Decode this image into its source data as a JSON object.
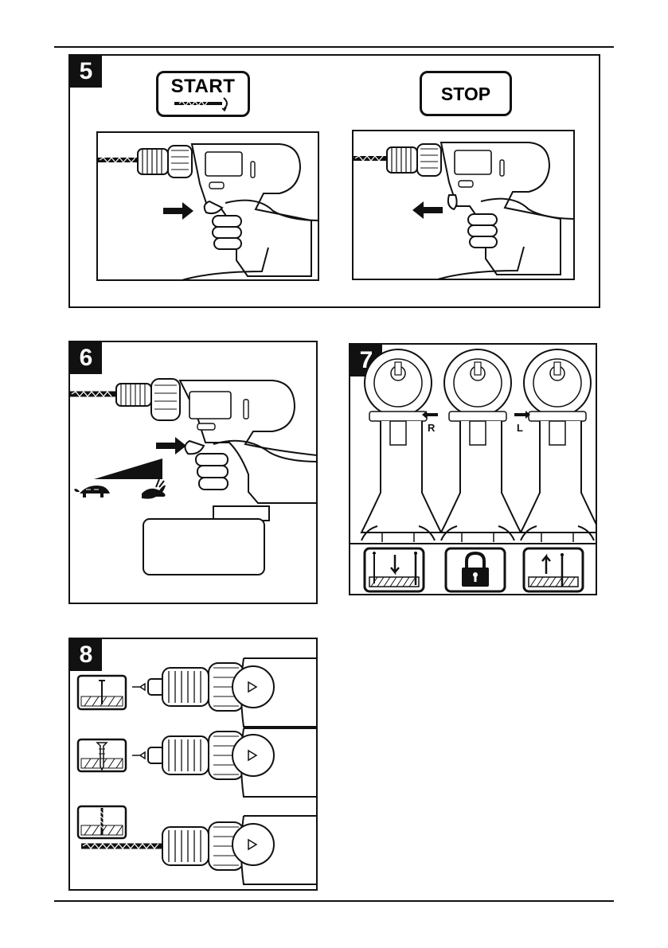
{
  "figures": {
    "fig5": {
      "number": "5",
      "start_label": "START",
      "stop_label": "STOP"
    },
    "fig6": {
      "number": "6",
      "slow_icon": "tortoise-icon",
      "fast_icon": "hare-icon"
    },
    "fig7": {
      "number": "7",
      "right_label": "R",
      "left_label": "L",
      "modes": [
        "drive-in-icon",
        "lock-icon",
        "drive-out-icon"
      ]
    },
    "fig8": {
      "number": "8",
      "rows": [
        "nail-screwdriving-icon",
        "screw-icon",
        "drill-bit-icon"
      ]
    }
  },
  "colors": {
    "ink": "#111111",
    "paper": "#ffffff"
  }
}
